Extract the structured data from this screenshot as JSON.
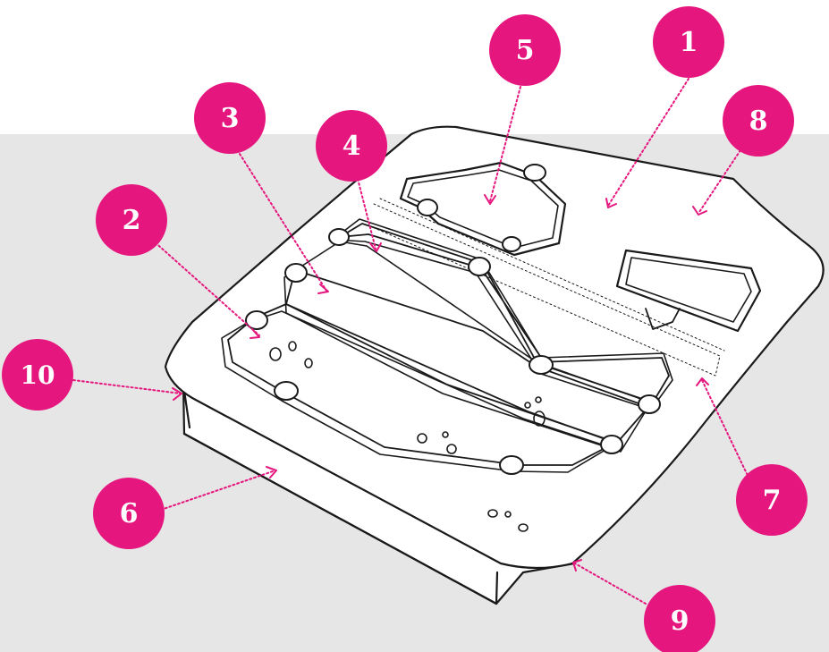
{
  "colors": {
    "accent": "#e5177f",
    "background_band": "#e6e6e6",
    "line": "#1a1a1a",
    "device_fill": "#ffffff"
  },
  "callouts": [
    {
      "label": "1"
    },
    {
      "label": "2"
    },
    {
      "label": "3"
    },
    {
      "label": "4"
    },
    {
      "label": "5"
    },
    {
      "label": "6"
    },
    {
      "label": "7"
    },
    {
      "label": "8"
    },
    {
      "label": "9"
    },
    {
      "label": "10"
    }
  ]
}
